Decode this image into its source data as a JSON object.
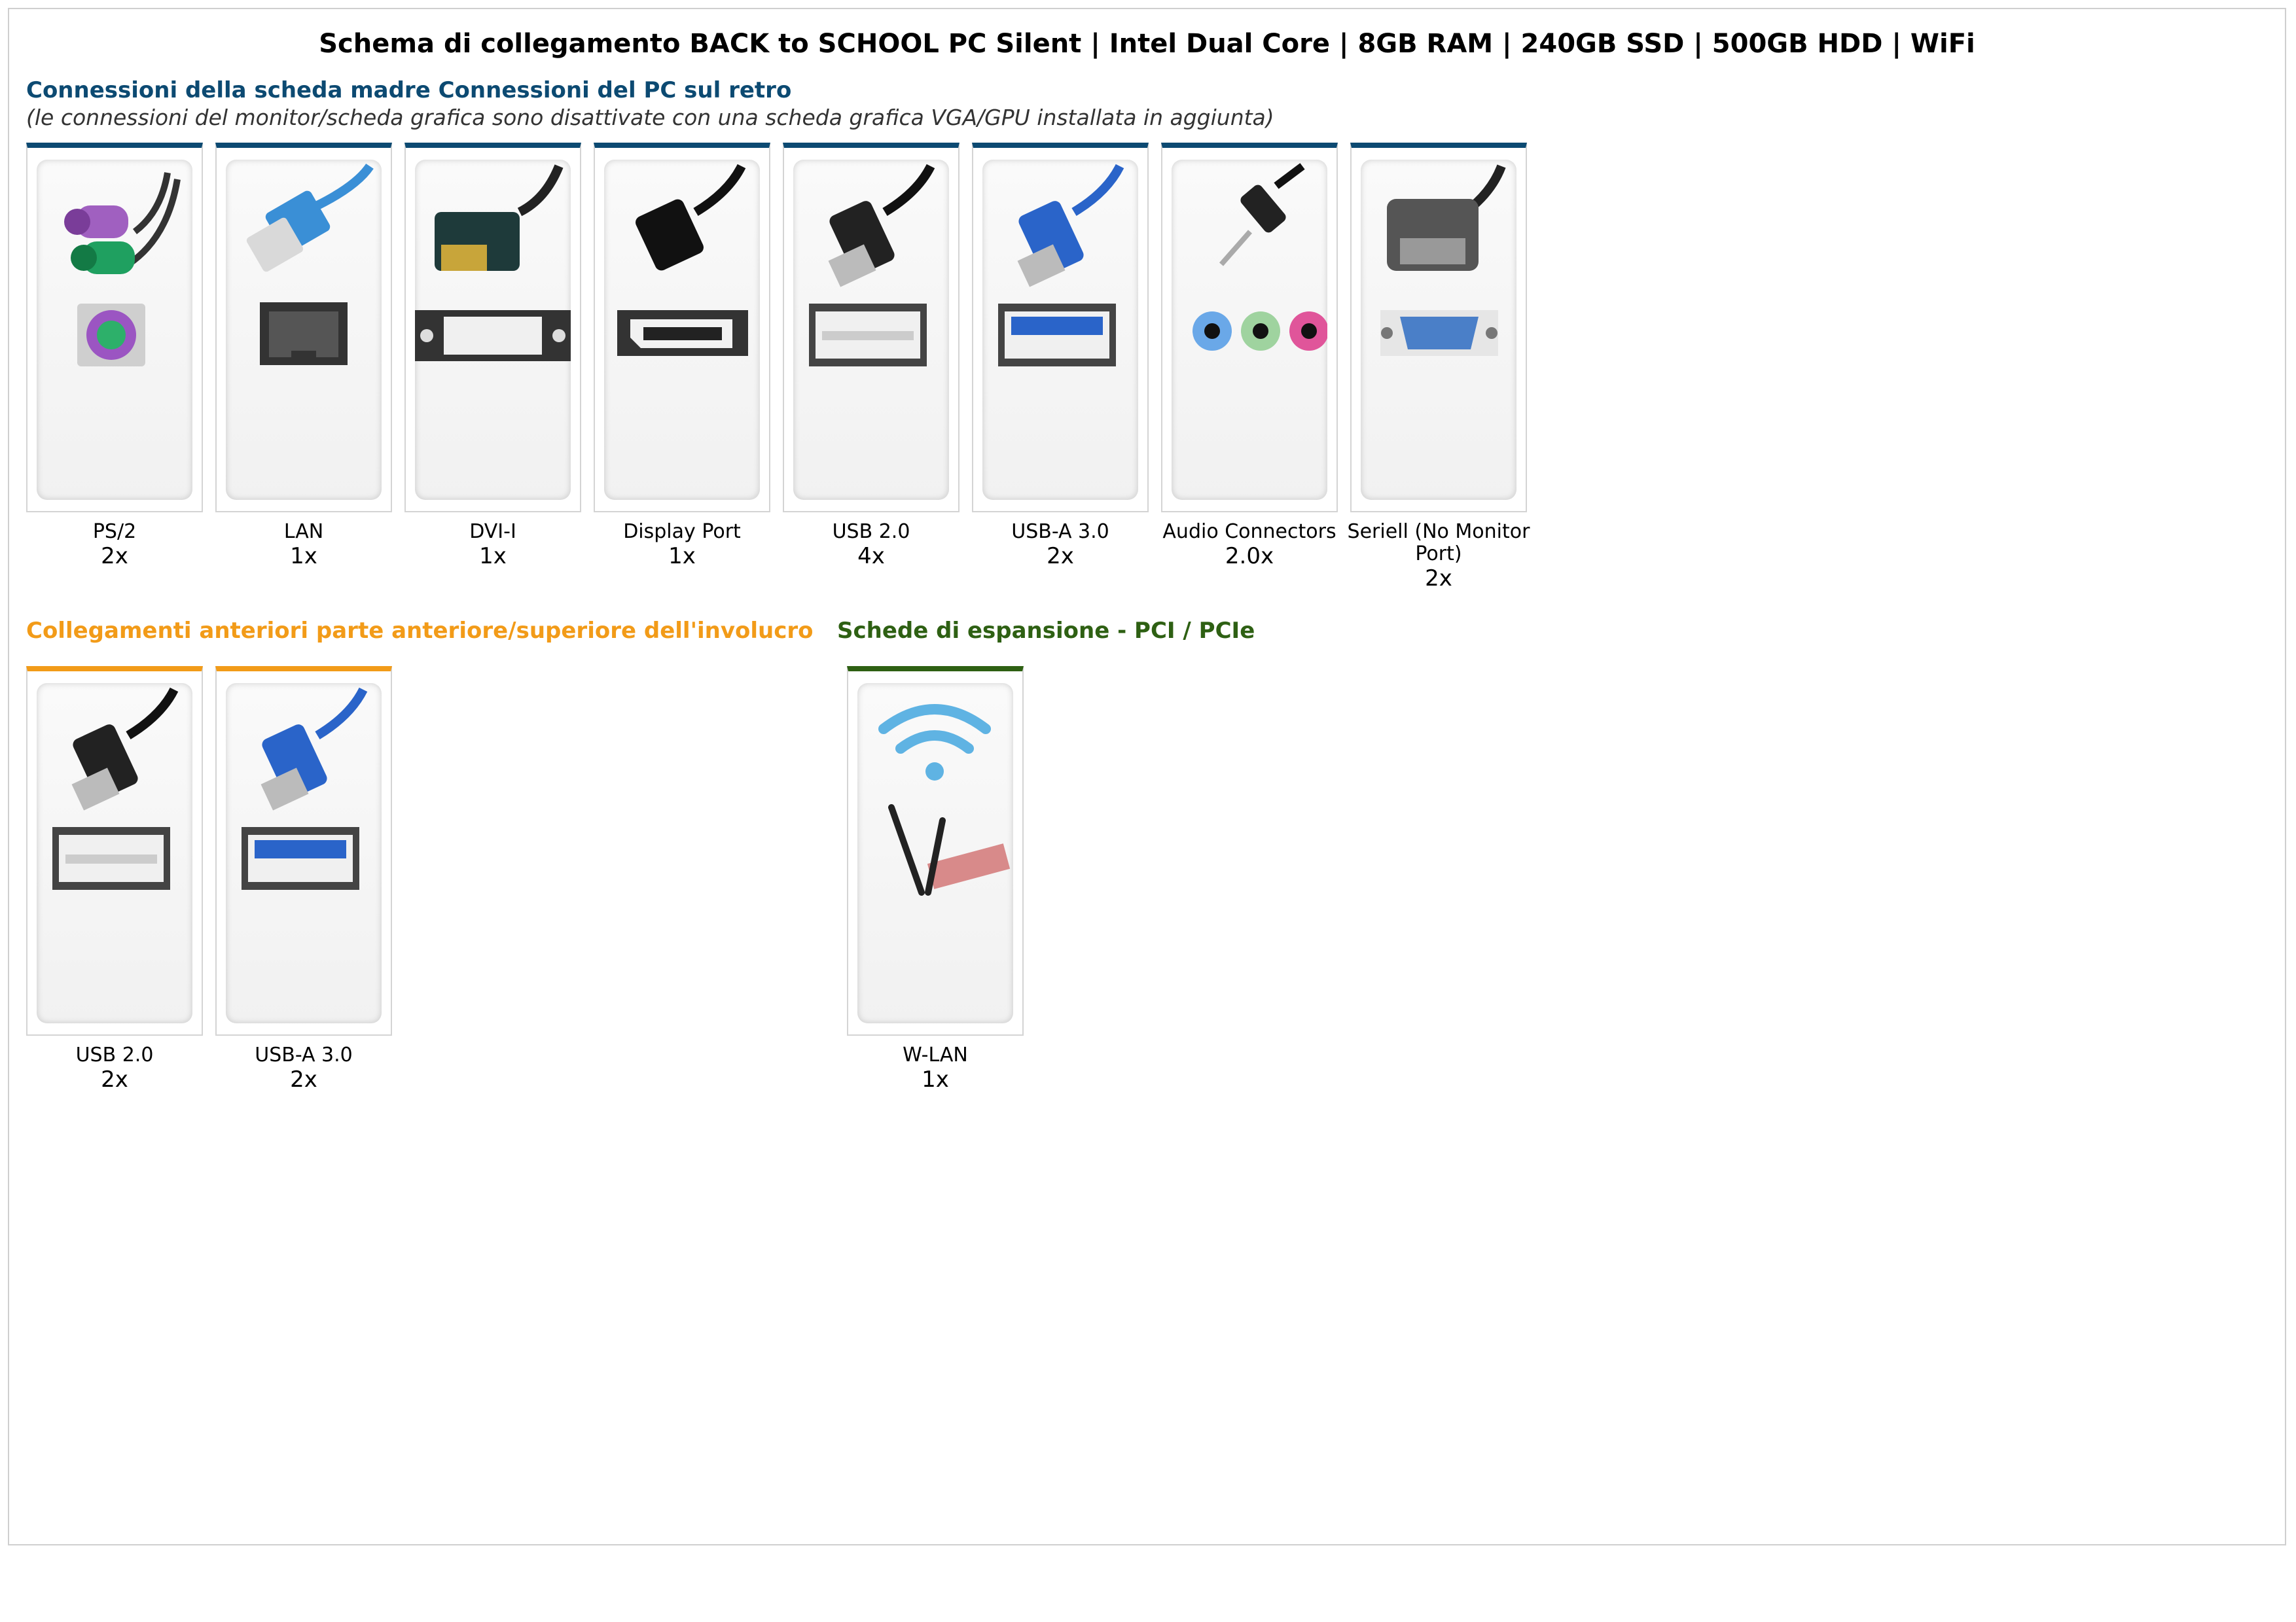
{
  "title": "Schema di collegamento BACK to SCHOOL PC Silent | Intel Dual Core | 8GB RAM | 240GB SSD | 500GB HDD | WiFi",
  "colors": {
    "rear": "#0c4a72",
    "front": "#f29b18",
    "expansion": "#2e6013"
  },
  "sections": {
    "rear": {
      "title": "Connessioni della scheda madre Connessioni del PC sul retro",
      "subtitle": "(le connessioni del monitor/scheda grafica sono disattivate con una scheda grafica VGA/GPU installata in aggiunta)",
      "items": [
        {
          "icon": "ps2-connector-icon",
          "label": "PS/2",
          "count": "2x"
        },
        {
          "icon": "lan-connector-icon",
          "label": "LAN",
          "count": "1x"
        },
        {
          "icon": "dvi-connector-icon",
          "label": "DVI-I",
          "count": "1x"
        },
        {
          "icon": "displayport-connector-icon",
          "label": "Display Port",
          "count": "1x"
        },
        {
          "icon": "usb2-connector-icon",
          "label": "USB 2.0",
          "count": "4x"
        },
        {
          "icon": "usb3-connector-icon",
          "label": "USB-A 3.0",
          "count": "2x"
        },
        {
          "icon": "audio-connector-icon",
          "label": "Audio Connectors",
          "count": "2.0x"
        },
        {
          "icon": "serial-connector-icon",
          "label": "Seriell (No Monitor Port)",
          "count": "2x"
        }
      ]
    },
    "front": {
      "title": "Collegamenti anteriori parte anteriore/superiore dell'involucro",
      "items": [
        {
          "icon": "usb2-connector-icon",
          "label": "USB 2.0",
          "count": "2x"
        },
        {
          "icon": "usb3-connector-icon",
          "label": "USB-A 3.0",
          "count": "2x"
        }
      ]
    },
    "expansion": {
      "title": "Schede di espansione - PCI / PCIe",
      "items": [
        {
          "icon": "wlan-card-icon",
          "label": "W-LAN",
          "count": "1x"
        }
      ]
    }
  }
}
